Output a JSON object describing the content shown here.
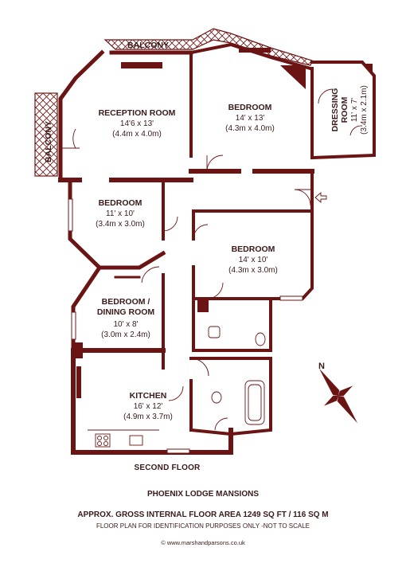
{
  "colors": {
    "wall": "#6b1414",
    "hatch": "#6b1414",
    "text": "#3a1a1a"
  },
  "rooms": {
    "balcony_top": {
      "name": "BALCONY"
    },
    "balcony_left": {
      "name": "BALCONY"
    },
    "reception": {
      "name": "RECEPTION ROOM",
      "size_imperial": "14'6 x 13'",
      "size_metric": "(4.4m x 4.0m)"
    },
    "bedroom_top": {
      "name": "BEDROOM",
      "size_imperial": "14' x 13'",
      "size_metric": "(4.3m x 4.0m)"
    },
    "dressing": {
      "name_line1": "DRESSING",
      "name_line2": "ROOM",
      "size_imperial": "11' x 7'",
      "size_metric": "(3.4m x 2.1m)"
    },
    "bedroom_left": {
      "name": "BEDROOM",
      "size_imperial": "11' x 10'",
      "size_metric": "(3.4m x 3.0m)"
    },
    "bedroom_right": {
      "name": "BEDROOM",
      "size_imperial": "14' x 10'",
      "size_metric": "(4.3m x 3.0m)"
    },
    "dining": {
      "name_line1": "BEDROOM /",
      "name_line2": "DINING ROOM",
      "size_imperial": "10' x 8'",
      "size_metric": "(3.0m x 2.4m)"
    },
    "kitchen": {
      "name": "KITCHEN",
      "size_imperial": "16' x 12'",
      "size_metric": "(4.9m x 3.7m)"
    }
  },
  "compass": {
    "label": "N",
    "icon": "compass-rose-icon"
  },
  "entrance_icon": "entrance-arrow-icon",
  "footer": {
    "floor_label": "SECOND FLOOR",
    "building": "PHOENIX LODGE MANSIONS",
    "area": "APPROX. GROSS INTERNAL FLOOR AREA 1249 SQ FT / 116 SQ M",
    "disclaimer": "FLOOR PLAN FOR IDENTIFICATION PURPOSES ONLY -NOT TO SCALE",
    "website": "© www.marshandparsons.co.uk"
  }
}
